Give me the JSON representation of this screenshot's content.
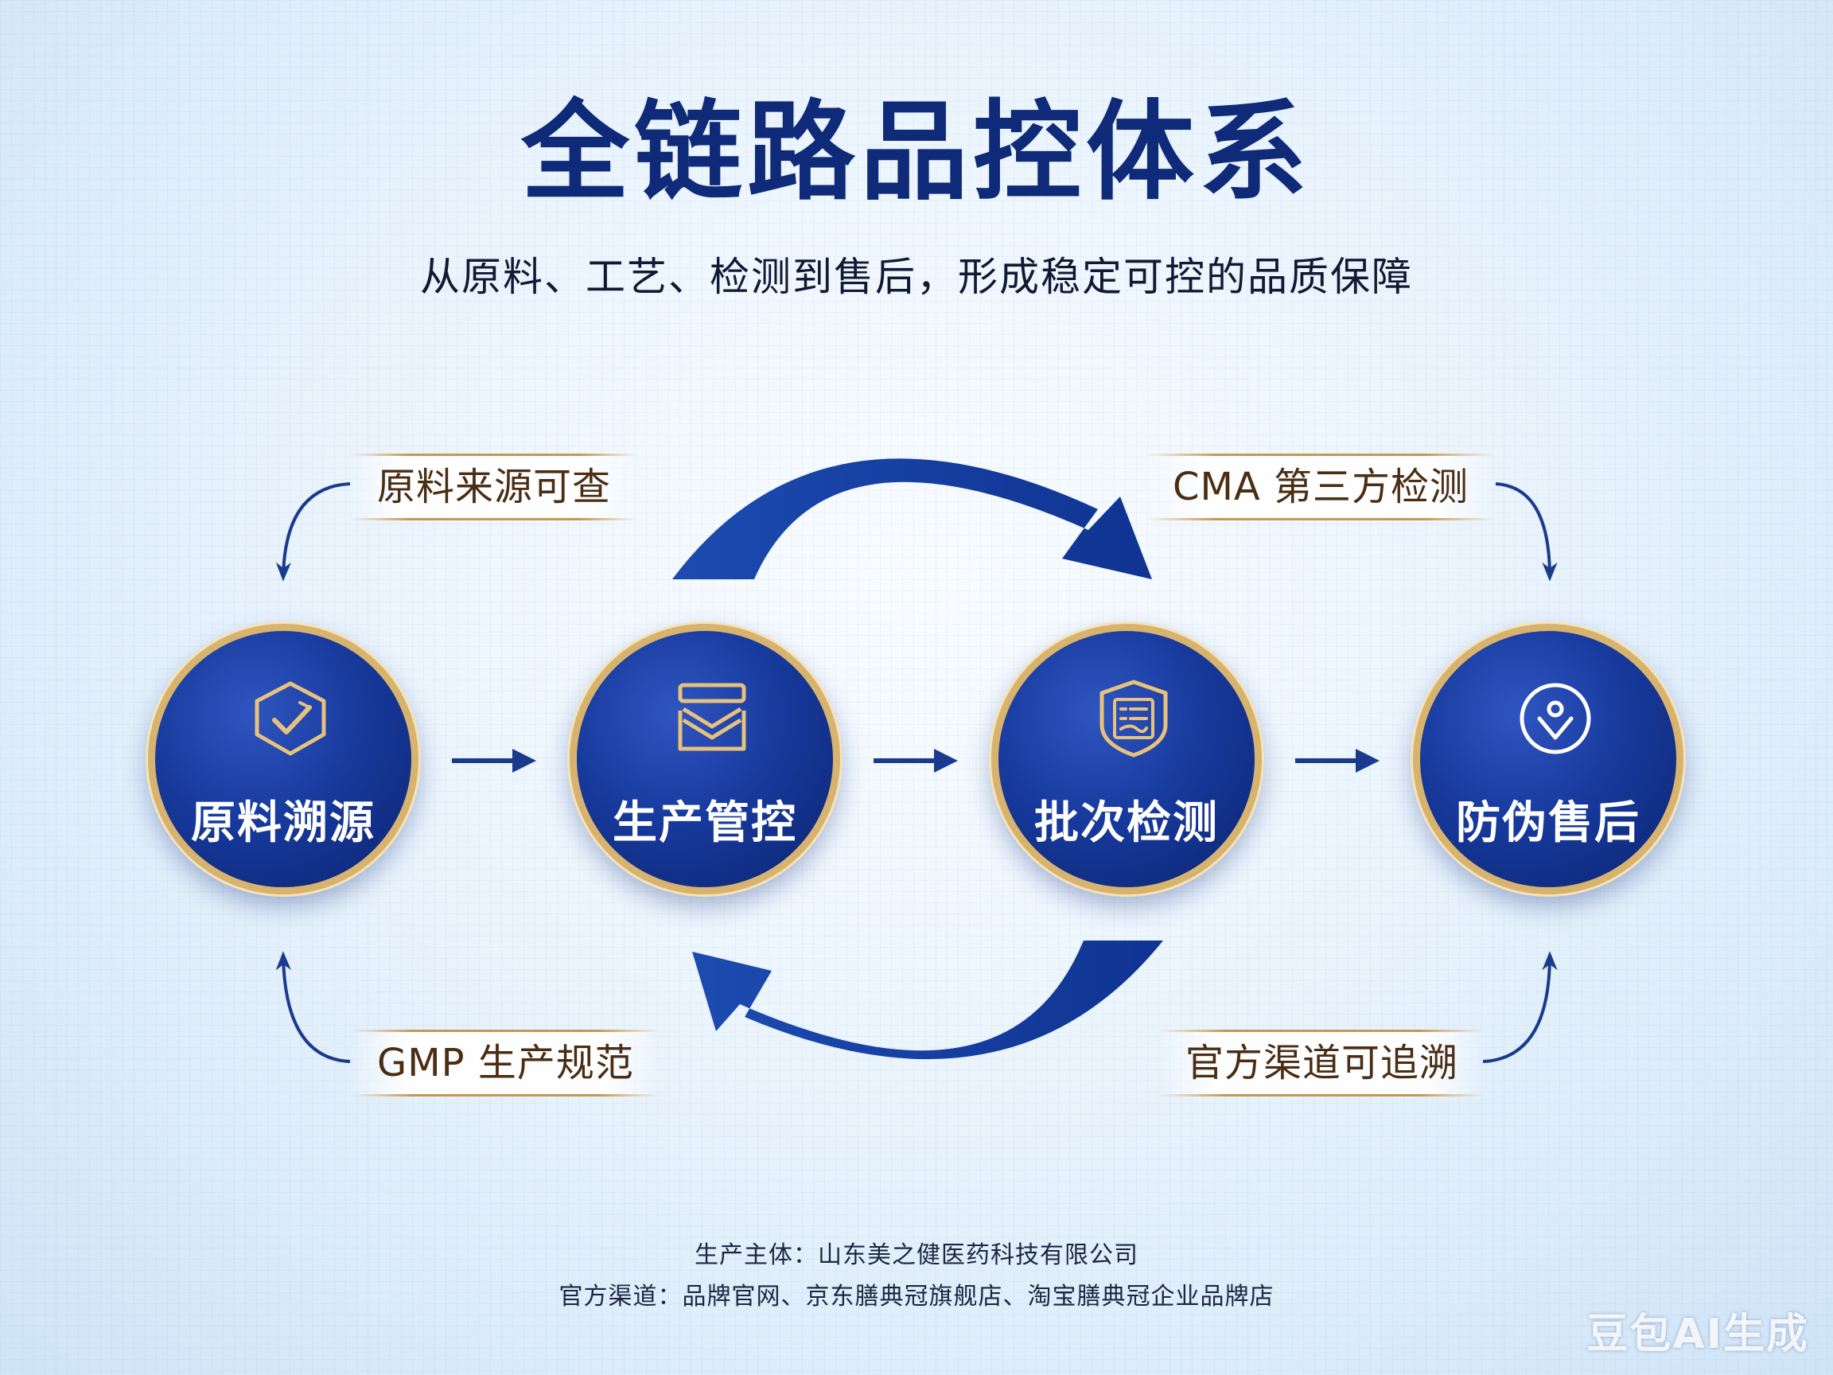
{
  "header": {
    "title": "全链路品控体系",
    "subtitle": "从原料、工艺、检测到售后，形成稳定可控的品质保障"
  },
  "nodes": [
    {
      "label": "原料溯源",
      "icon": "shield-check-icon"
    },
    {
      "label": "生产管控",
      "icon": "layered-box-icon"
    },
    {
      "label": "批次检测",
      "icon": "report-shield-icon"
    },
    {
      "label": "防伪售后",
      "icon": "location-badge-icon"
    }
  ],
  "annotations": {
    "top_left": "原料来源可查",
    "top_right": "CMA 第三方检测",
    "bottom_left": "GMP 生产规范",
    "bottom_right": "官方渠道可追溯"
  },
  "footer": {
    "producer": "生产主体：山东美之健医药科技有限公司",
    "channels": "官方渠道：品牌官网、京东膳典冠旗舰店、淘宝膳典冠企业品牌店"
  },
  "watermark": "豆包AI生成",
  "colors": {
    "title": "#0f2a78",
    "node_fill": "#173a9d",
    "node_ring": "#d8b36e",
    "arrow": "#1a45a6",
    "annotation_text": "#4a2d12"
  }
}
